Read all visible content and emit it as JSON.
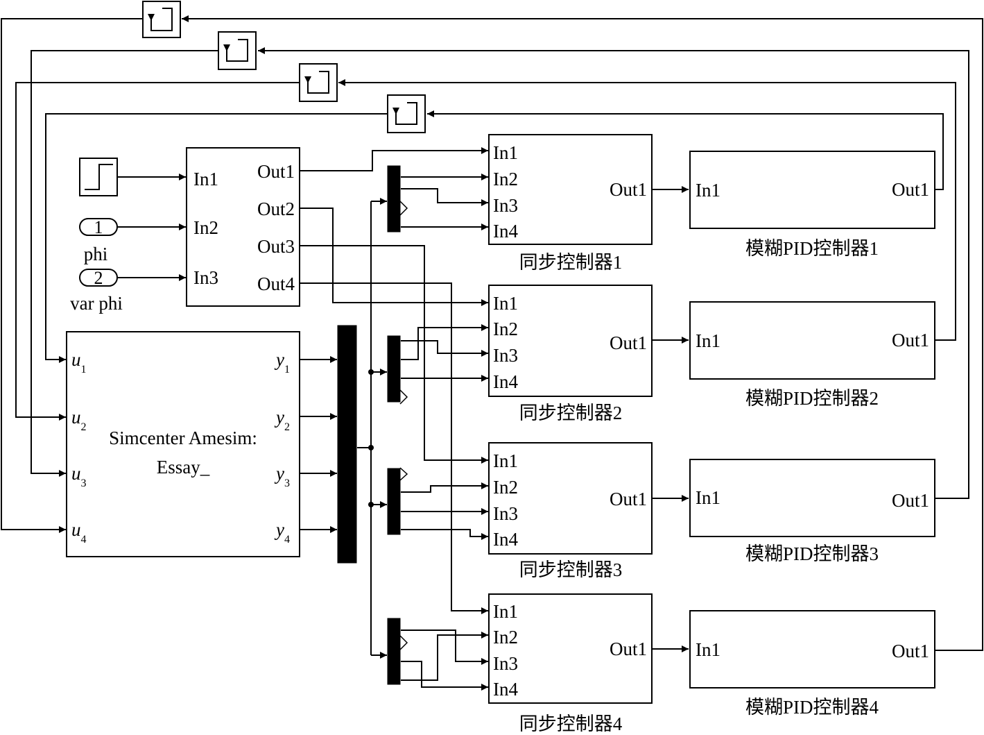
{
  "signal_builder": {
    "inputs": [
      "In1",
      "In2",
      "In3"
    ],
    "outputs": [
      "Out1",
      "Out2",
      "Out3",
      "Out4"
    ]
  },
  "inports": [
    {
      "number": "1",
      "name": "phi"
    },
    {
      "number": "2",
      "name": "var phi"
    }
  ],
  "amesim": {
    "title_line1": "Simcenter Amesim:",
    "title_line2": "Essay_",
    "inputs": [
      {
        "var": "u",
        "sub": "1"
      },
      {
        "var": "u",
        "sub": "2"
      },
      {
        "var": "u",
        "sub": "3"
      },
      {
        "var": "u",
        "sub": "4"
      }
    ],
    "outputs": [
      {
        "var": "y",
        "sub": "1"
      },
      {
        "var": "y",
        "sub": "2"
      },
      {
        "var": "y",
        "sub": "3"
      },
      {
        "var": "y",
        "sub": "4"
      }
    ]
  },
  "sync_controllers": [
    {
      "name": "同步控制器1",
      "inputs": [
        "In1",
        "In2",
        "In3",
        "In4"
      ],
      "output": "Out1"
    },
    {
      "name": "同步控制器2",
      "inputs": [
        "In1",
        "In2",
        "In3",
        "In4"
      ],
      "output": "Out1"
    },
    {
      "name": "同步控制器3",
      "inputs": [
        "In1",
        "In2",
        "In3",
        "In4"
      ],
      "output": "Out1"
    },
    {
      "name": "同步控制器4",
      "inputs": [
        "In1",
        "In2",
        "In3",
        "In4"
      ],
      "output": "Out1"
    }
  ],
  "pid_controllers": [
    {
      "name": "模糊PID控制器1",
      "input": "In1",
      "output": "Out1"
    },
    {
      "name": "模糊PID控制器2",
      "input": "In1",
      "output": "Out1"
    },
    {
      "name": "模糊PID控制器3",
      "input": "In1",
      "output": "Out1"
    },
    {
      "name": "模糊PID控制器4",
      "input": "In1",
      "output": "Out1"
    }
  ],
  "icons": {
    "step_source": "step-icon",
    "memory_delay": "memory-icon"
  }
}
